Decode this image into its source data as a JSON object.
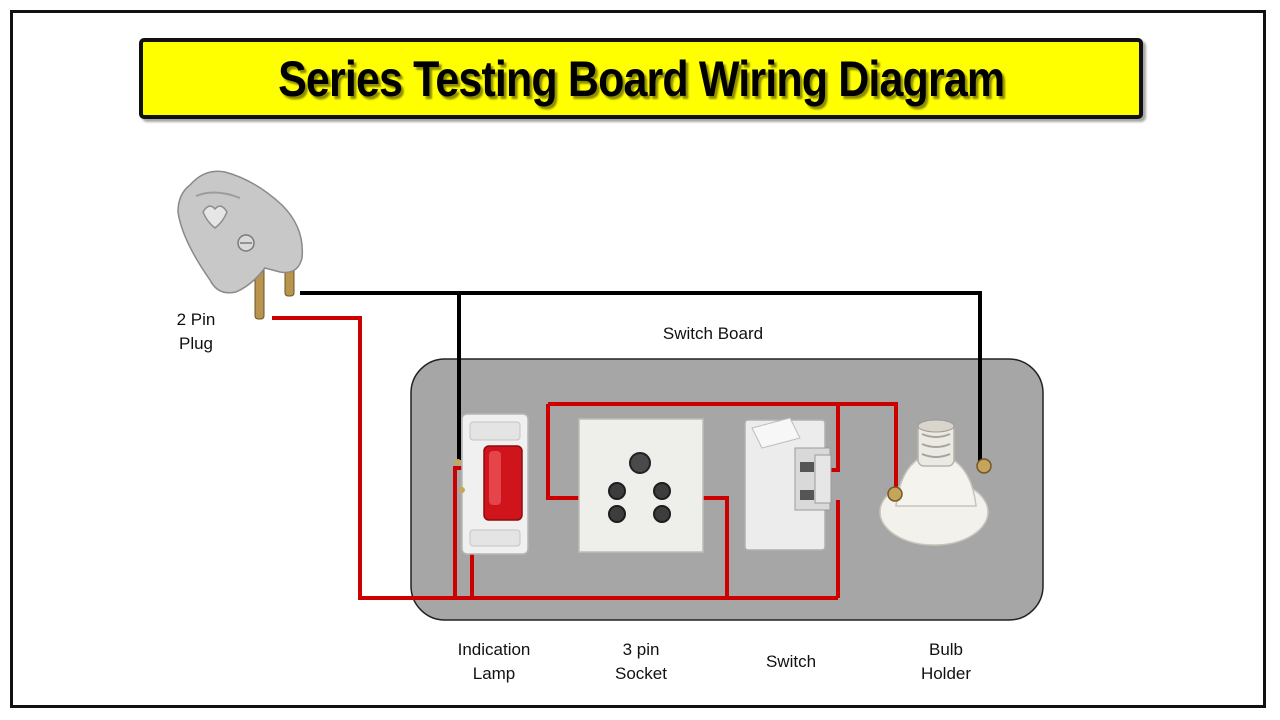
{
  "title": "Series Testing Board Wiring Diagram",
  "labels": {
    "plug": [
      "2 Pin",
      "Plug"
    ],
    "switch_board": "Switch Board",
    "indication_lamp": [
      "Indication",
      "Lamp"
    ],
    "socket": [
      "3 pin",
      "Socket"
    ],
    "switch": "Switch",
    "bulb_holder": [
      "Bulb",
      "Holder"
    ]
  },
  "colors": {
    "title_bg": "#ffff00",
    "phase_wire": "#cc0000",
    "neutral_wire": "#000000",
    "board_fill": "#a6a6a6",
    "lamp_red": "#d0141b"
  },
  "icons": [
    "plug-icon",
    "indication-lamp-icon",
    "socket-icon",
    "switch-icon",
    "bulb-holder-icon"
  ]
}
